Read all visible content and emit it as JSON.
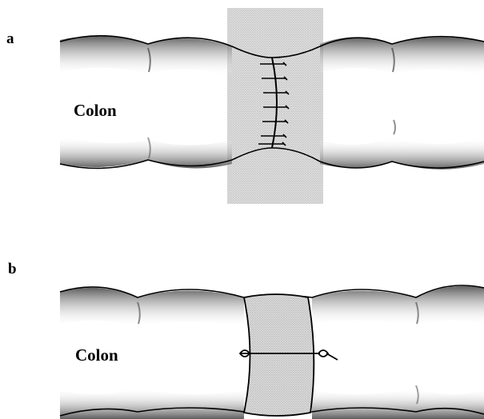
{
  "panels": [
    {
      "letter": "a",
      "label": "Colon"
    },
    {
      "letter": "b",
      "label": "Colon"
    }
  ]
}
